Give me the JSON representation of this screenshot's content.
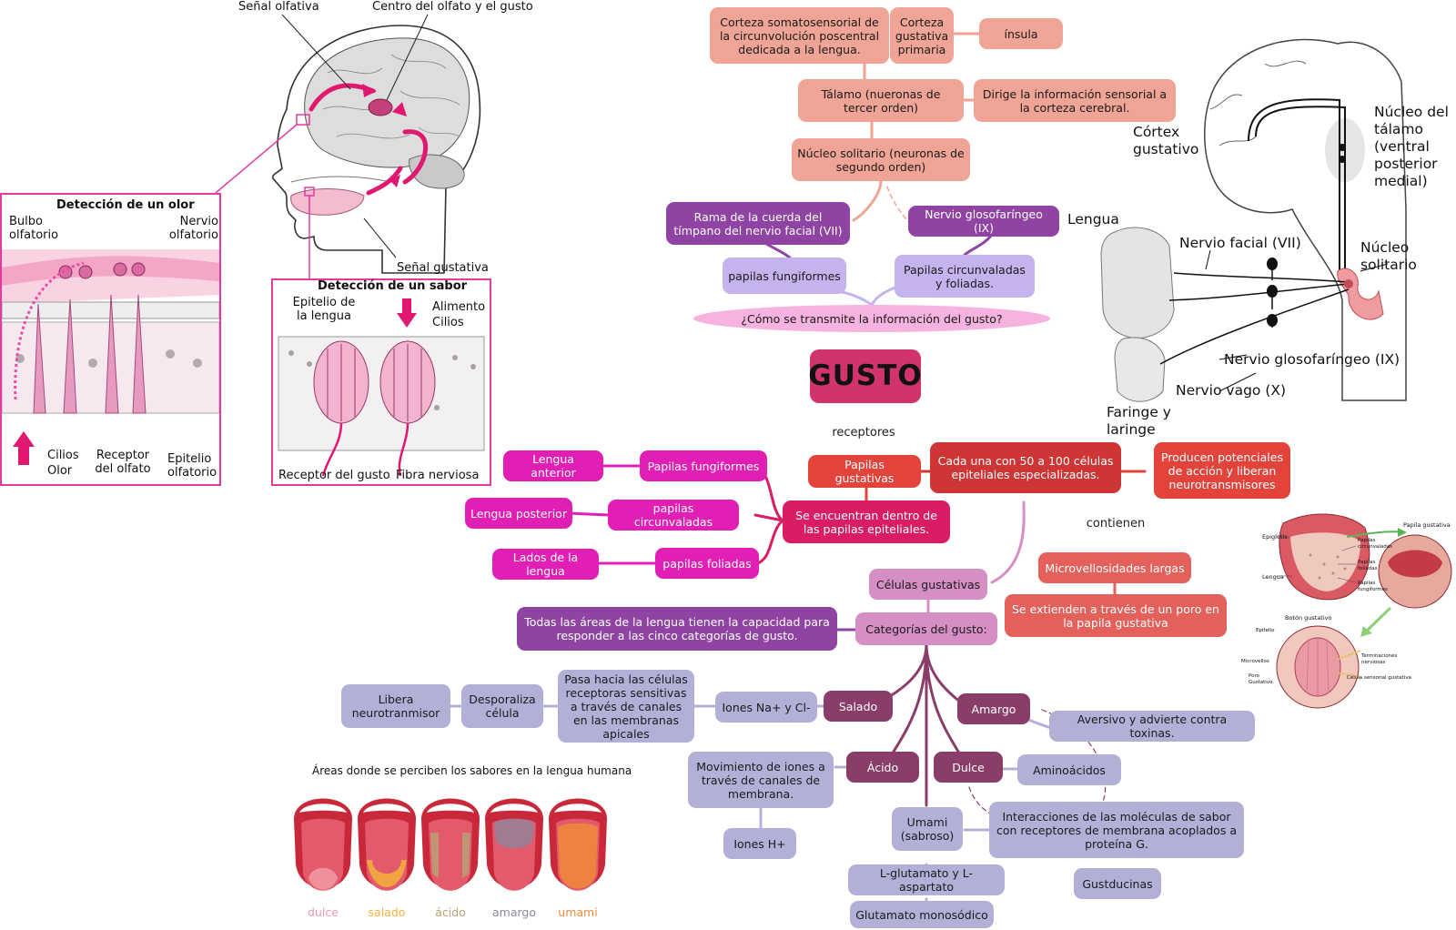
{
  "central": "GUSTO",
  "question": "¿Cómo se transmite la información del gusto?",
  "transmission": {
    "corteza_somato": "Corteza somatosensorial de la circunvolución poscentral dedicada a la lengua.",
    "corteza_gust": "Corteza gustativa primaria",
    "insula": "ínsula",
    "talamo": "Tálamo (nueronas de tercer orden)",
    "dirige": "Dirige la información sensorial a la corteza cerebral.",
    "nucleo_solitario": "Núcleo solitario (neuronas de segundo orden)",
    "rama_cuerda": "Rama de la cuerda del tímpano del nervio facial (VII)",
    "glosofaringeo": "Nervio glosofaríngeo (IX)",
    "papilas_fungiformes": "papilas fungiformes",
    "papilas_circunvaladas": "Papilas circunvaladas y foliadas."
  },
  "receptors": {
    "label": "receptores",
    "papilas_gustativas": "Papilas gustativas",
    "cada_una": "Cada una con 50 a 100 células epiteliales especializadas.",
    "producen": "Producen potenciales de acción y liberan neurotransmisores",
    "dentro": "Se encuentran dentro de las papilas epiteliales.",
    "fungiformes": "Papilas fungiformes",
    "lengua_anterior": "Lengua anterior",
    "circunvaladas": "papilas circunvaladas",
    "lengua_posterior": "Lengua posterior",
    "foliadas": "papilas foliadas",
    "lados": "Lados de la lengua",
    "contienen": "contienen",
    "microvellosidades": "Microvellosidades largas",
    "se_extienden": "Se extienden a través de un poro en la papila gustativa",
    "celulas": "Células gustativas"
  },
  "categories": {
    "label": "Categorías del gusto:",
    "todas": "Todas las áreas de la lengua tienen la capacidad para responder a las cinco categorías de gusto.",
    "salado": "Salado",
    "iones_na": "Iones Na+ y Cl-",
    "pasa": "Pasa hacia las células receptoras sensitivas a través de canales en las membranas apicales",
    "despolariza": "Desporaliza célula",
    "libera": "Libera neurotranmisor",
    "acido": "Ácido",
    "movimiento": "Movimiento de iones a través de canales de membrana.",
    "iones_h": "Iones H+",
    "amargo": "Amargo",
    "aversivo": "Aversivo y advierte contra toxinas.",
    "dulce": "Dulce",
    "aminoacidos": "Aminoácidos",
    "umami": "Umami (sabroso)",
    "interacciones": "Interacciones de las moléculas de sabor con receptores de membrana acoplados a proteína G.",
    "gustducinas": "Gustducinas",
    "glutamato": "L-glutamato y L-aspartato",
    "monosodico": "Glutamato monosódico"
  },
  "head_figure": {
    "senal_olfativa": "Señal olfativa",
    "centro": "Centro del olfato y el gusto",
    "senal_gustativa": "Señal gustativa",
    "deteccion_olor": "Detección de un olor",
    "bulbo": "Bulbo olfatorio",
    "nervio_olf": "Nervio olfatorio",
    "cilios": "Cilios",
    "olor": "Olor",
    "receptor_olfato": "Receptor del olfato",
    "epitelio_olf": "Epitelio olfatorio",
    "deteccion_sabor": "Detección de un sabor",
    "epitelio_lengua": "Epitelio de la lengua",
    "alimento": "Alimento",
    "cilios2": "Cilios",
    "receptor_gusto": "Receptor del gusto",
    "fibra": "Fibra nerviosa"
  },
  "brain_figure": {
    "cortex": "Córtex gustativo",
    "nucleo_talamo": "Núcleo del tálamo (ventral posterior medial)",
    "lengua": "Lengua",
    "nervio_facial": "Nervio facial (VII)",
    "nucleo_solitario": "Núcleo solitario",
    "glosofaringeo": "Nervio glosofaríngeo (IX)",
    "vago": "Nervio vago (X)",
    "faringe": "Faringe y laringe"
  },
  "tongue_strip": {
    "title": "Áreas donde se perciben los sabores en la lengua humana",
    "labels": [
      "dulce",
      "salado",
      "ácido",
      "amargo",
      "umami"
    ],
    "label_colors": [
      "#f29aa6",
      "#f2b13a",
      "#b9a074",
      "#8a88a0",
      "#f08a3a"
    ]
  },
  "taste_bud_figure": {
    "papila_gustativa": "Papila gustativa",
    "epiglotis": "Epiglotis",
    "papilas_circ": "Papilas circunvaladas",
    "papilas_foliadas": "Papilas foliadas",
    "lengua": "Lengua",
    "papilas_fung": "Papilas fungiformes",
    "boton": "Botón gustativo",
    "epitelio": "Epitelio",
    "microvellos": "Microvellos",
    "poro": "Poro Gustativo",
    "terminaciones": "Terminaciones nerviosas",
    "celula": "Célula sensorial gustativa"
  }
}
